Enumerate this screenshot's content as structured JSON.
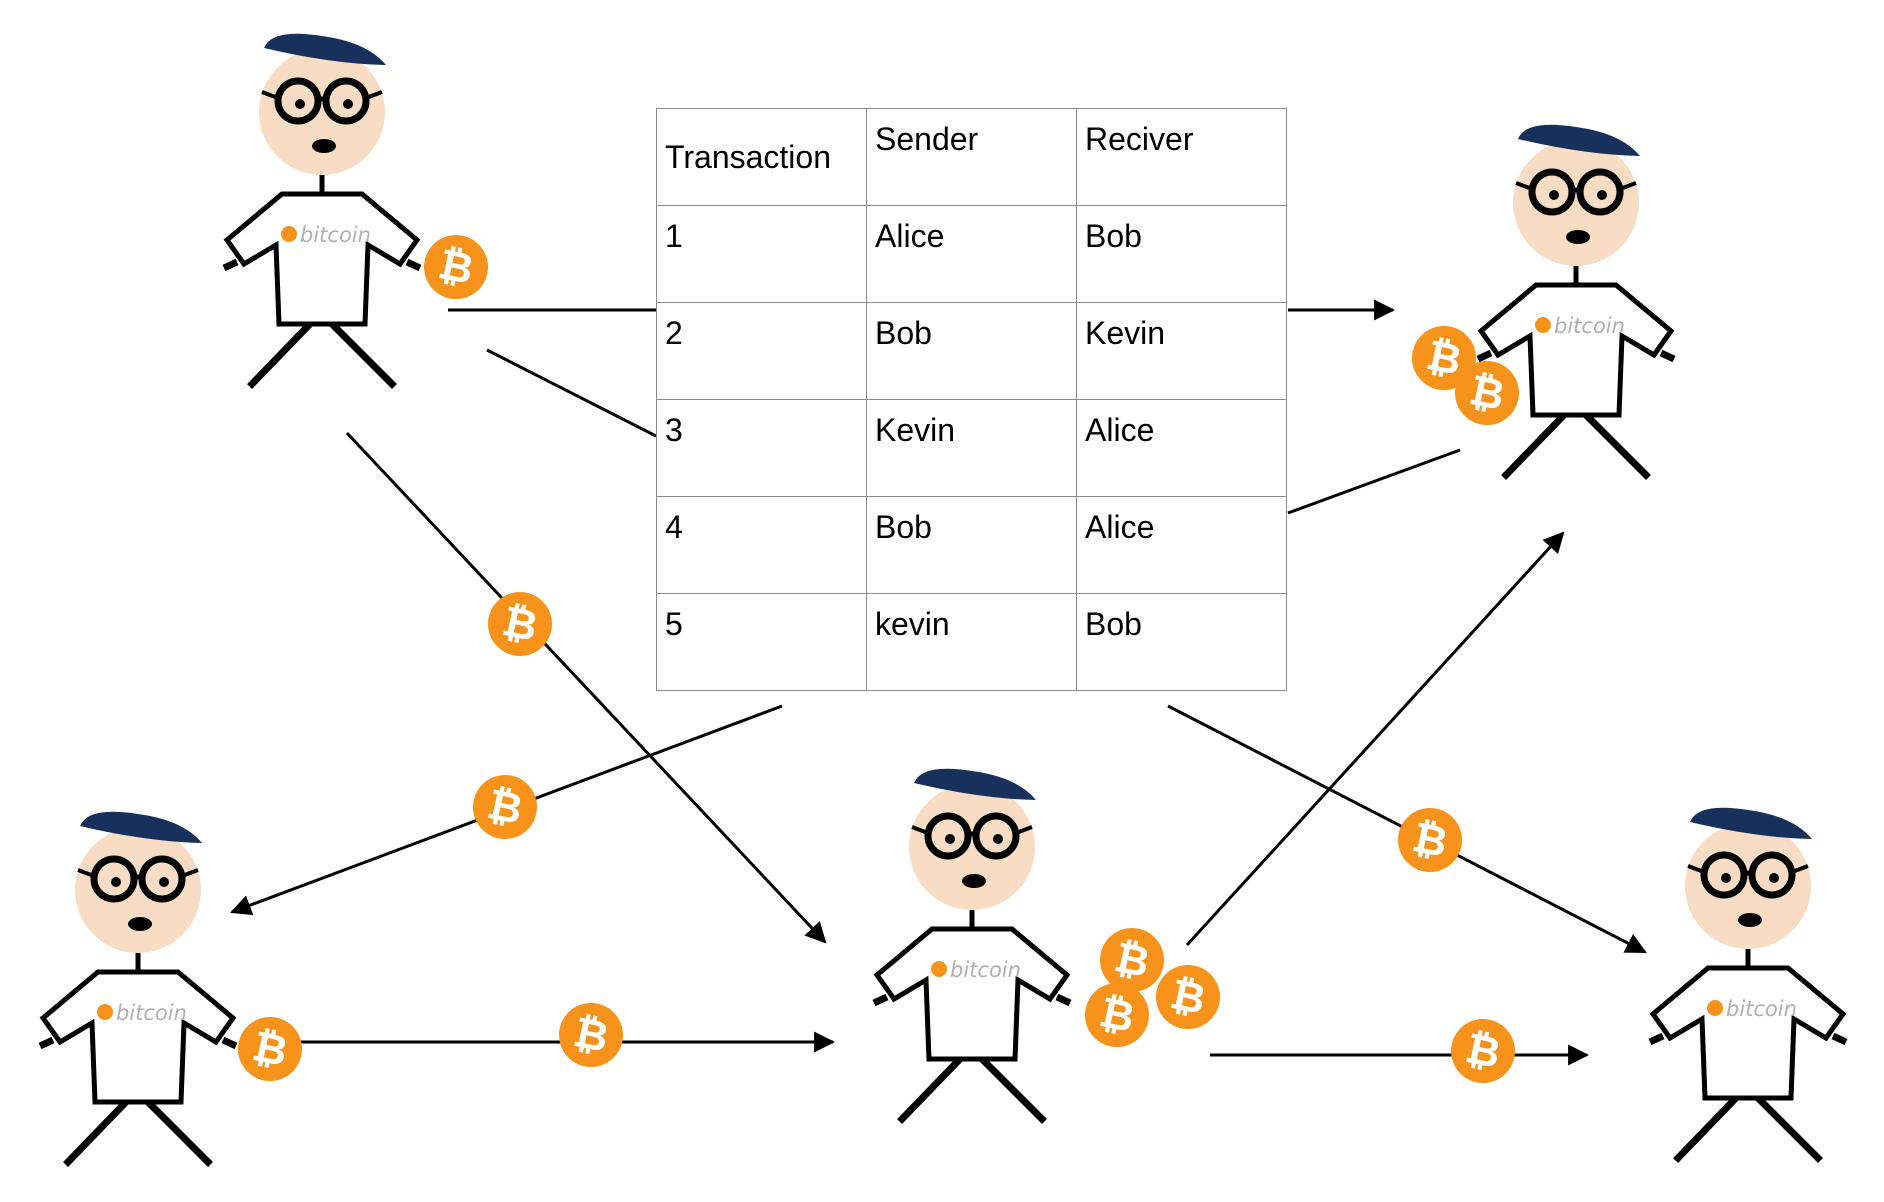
{
  "table": {
    "columns": [
      "Transaction",
      "Sender",
      "Reciver"
    ],
    "rows": [
      [
        "1",
        "Alice",
        "Bob"
      ],
      [
        "2",
        "Bob",
        "Kevin"
      ],
      [
        "3",
        "Kevin",
        "Alice"
      ],
      [
        "4",
        "Bob",
        "Alice"
      ],
      [
        "5",
        "kevin",
        "Bob"
      ]
    ]
  },
  "shirt_logo_text": "bitcoin",
  "coin_symbol": "₿",
  "colors": {
    "coin": "#f7931a",
    "hat": "#17315c",
    "face": "#f9dcc4",
    "line": "#000000",
    "shirt_text": "#b0b0b0",
    "table_border": "#8a8a8a"
  }
}
